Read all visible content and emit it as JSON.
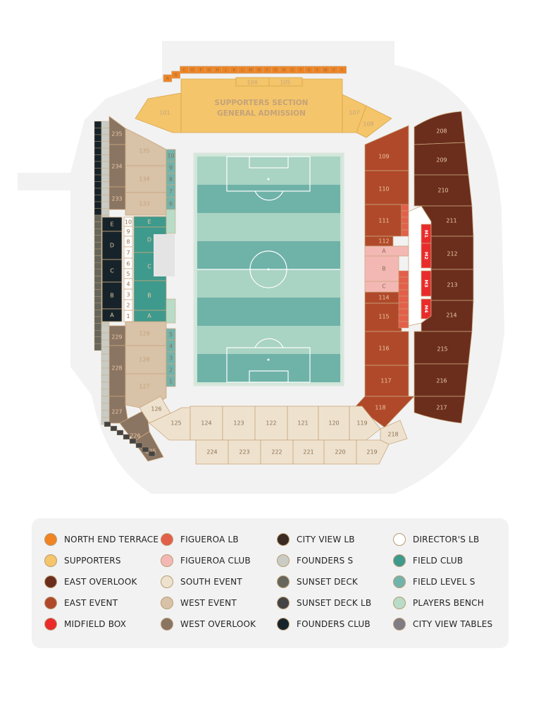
{
  "map": {
    "supporters_title": [
      "SUPPORTERS SECTION",
      "GENERAL ADMISSION"
    ],
    "north_row_letters": [
      "A",
      "B",
      "C",
      "D",
      "F",
      "G",
      "H",
      "J",
      "K",
      "L",
      "M",
      "N",
      "P",
      "Q",
      "R",
      "S",
      "T",
      "U",
      "V",
      "W",
      "X",
      "Y"
    ],
    "north_sections": [
      "104",
      "105"
    ],
    "supporters_side": [
      "101",
      "107",
      "108"
    ],
    "east_event": [
      "109",
      "110",
      "111",
      "112",
      "114",
      "115",
      "116",
      "117",
      "118"
    ],
    "east_overlook": [
      "208",
      "209",
      "210",
      "211",
      "212",
      "213",
      "214",
      "215",
      "216",
      "217"
    ],
    "midfield_box": [
      "M1",
      "M2",
      "M3",
      "M4"
    ],
    "figueroa_club": [
      "A",
      "B",
      "C"
    ],
    "west_event": [
      "135",
      "134",
      "133",
      "129",
      "128",
      "127"
    ],
    "west_overlook": [
      "235",
      "234",
      "233",
      "229",
      "228",
      "227",
      "226",
      "225"
    ],
    "field_level_numbers": [
      "10",
      "9",
      "8",
      "7",
      "6",
      "5",
      "4",
      "3",
      "2",
      "1"
    ],
    "field_club": [
      "E",
      "D",
      "C",
      "B",
      "A"
    ],
    "founders_club": [
      "E",
      "D",
      "C",
      "B",
      "A"
    ],
    "south_upper": [
      "126",
      "125",
      "124",
      "123",
      "122",
      "121",
      "120",
      "119"
    ],
    "south_lower": [
      "224",
      "223",
      "222",
      "221",
      "220",
      "219",
      "218"
    ],
    "directors_rows": [
      "10",
      "9",
      "8",
      "7",
      "6",
      "5",
      "4",
      "3",
      "2",
      "1"
    ]
  },
  "legend": {
    "items": [
      {
        "label": "NORTH END TERRACE",
        "color": "#f08322"
      },
      {
        "label": "FIGUEROA LB",
        "color": "#e2604a"
      },
      {
        "label": "CITY VIEW LB",
        "color": "#3a2a22"
      },
      {
        "label": "DIRECTOR'S LB",
        "color": "#ffffff"
      },
      {
        "label": "SUPPORTERS",
        "color": "#f4c56a"
      },
      {
        "label": "FIGUEROA CLUB",
        "color": "#f4b8b4"
      },
      {
        "label": "FOUNDERS S",
        "color": "#c8ccc4"
      },
      {
        "label": "FIELD CLUB",
        "color": "#3e9a8c"
      },
      {
        "label": "EAST OVERLOOK",
        "color": "#6b2e1c"
      },
      {
        "label": "SOUTH EVENT",
        "color": "#eee2cf"
      },
      {
        "label": "SUNSET DECK",
        "color": "#66665c"
      },
      {
        "label": "FIELD LEVEL S",
        "color": "#72b4ac"
      },
      {
        "label": "EAST EVENT",
        "color": "#b0492a"
      },
      {
        "label": "WEST EVENT",
        "color": "#d8c2a8"
      },
      {
        "label": "SUNSET DECK LB",
        "color": "#444444"
      },
      {
        "label": "PLAYERS BENCH",
        "color": "#b8dcc8"
      },
      {
        "label": "MIDFIELD BOX",
        "color": "#ea2b2b"
      },
      {
        "label": "WEST OVERLOOK",
        "color": "#8a7462"
      },
      {
        "label": "FOUNDERS CLUB",
        "color": "#16232a"
      },
      {
        "label": "CITY VIEW TABLES",
        "color": "#807c84"
      }
    ]
  }
}
